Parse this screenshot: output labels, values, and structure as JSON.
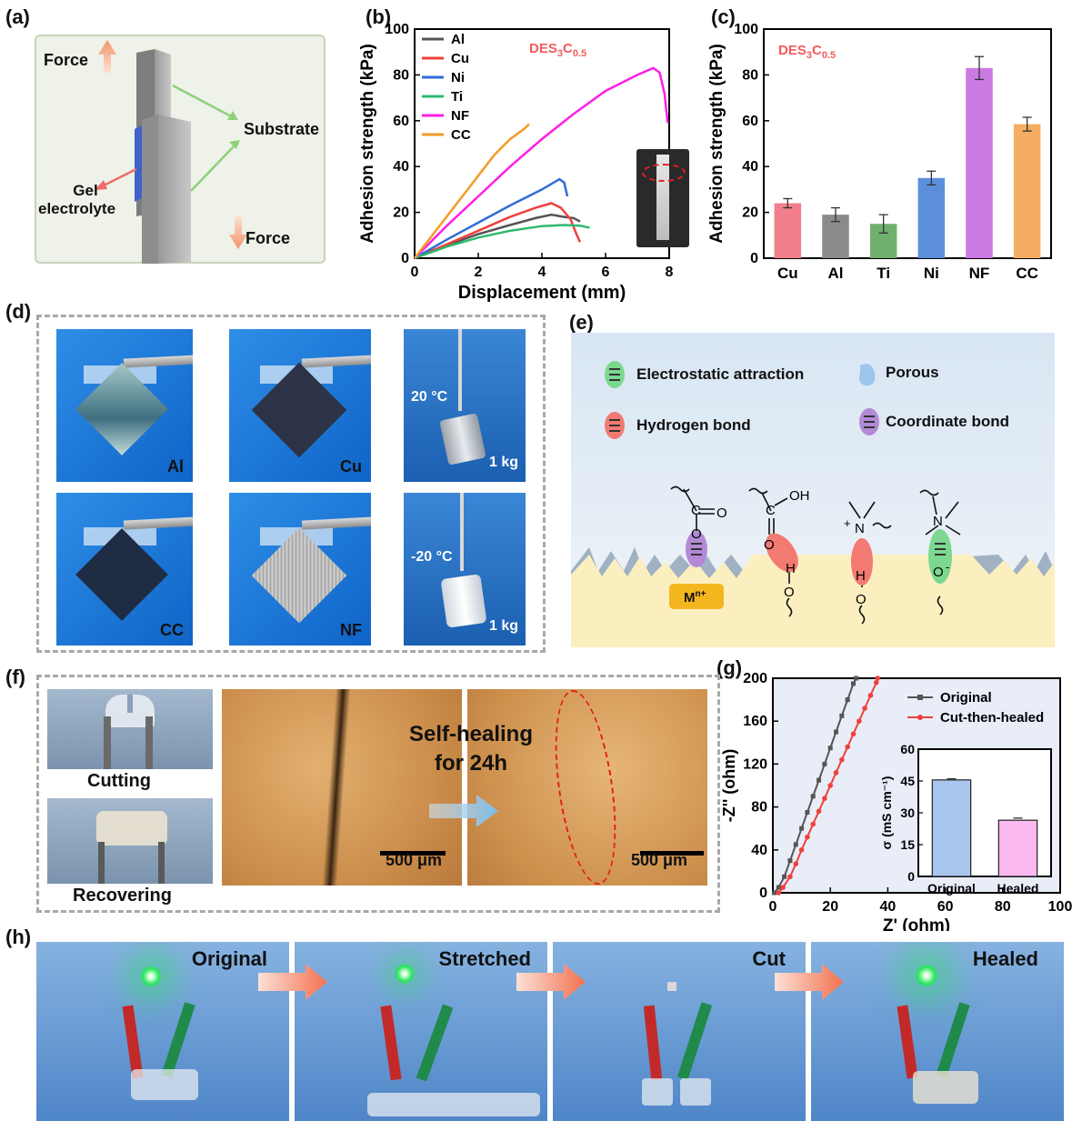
{
  "panel_labels": {
    "a": "(a)",
    "b": "(b)",
    "c": "(c)",
    "d": "(d)",
    "e": "(e)",
    "f": "(f)",
    "g": "(g)",
    "h": "(h)"
  },
  "panel_a": {
    "force_top": "Force",
    "force_bottom": "Force",
    "substrate": "Substrate",
    "gel_line1": "Gel",
    "gel_line2": "electrolyte"
  },
  "panel_d": {
    "labels": [
      "Al",
      "Cu",
      "CC",
      "NF"
    ],
    "temp_top": "20 °C",
    "temp_bottom": "-20 °C",
    "mass_top": "1 kg",
    "mass_bottom": "1 kg"
  },
  "panel_e": {
    "legend": [
      {
        "text": "Electrostatic attraction",
        "color": "#2fb35f"
      },
      {
        "text": "Porous",
        "color": "#2f7fd1"
      },
      {
        "text": "Hydrogen bond",
        "color": "#e33b2f"
      },
      {
        "text": "Coordinate bond",
        "color": "#7b3ea8"
      }
    ],
    "metal_ion": "M",
    "metal_ion_sup": "n+"
  },
  "panel_f": {
    "cutting": "Cutting",
    "recovering": "Recovering",
    "heal_line1": "Self-healing",
    "heal_line2": "for 24h",
    "scale_left": "500 μm",
    "scale_right": "500 μm"
  },
  "panel_h": {
    "labels": [
      "Original",
      "Stretched",
      "Cut",
      "Healed"
    ]
  },
  "chart_data": [
    {
      "id": "b",
      "type": "line",
      "xlabel": "Displacement (mm)",
      "ylabel": "Adhesion strength (kPa)",
      "xlim": [
        0,
        8
      ],
      "ylim": [
        0,
        100
      ],
      "xticks": [
        0,
        2,
        4,
        6,
        8
      ],
      "yticks": [
        0,
        20,
        40,
        60,
        80,
        100
      ],
      "annotation": "DES3C0.5",
      "legend_position": "top-left",
      "series": [
        {
          "name": "Al",
          "color": "#555555",
          "points": [
            [
              0,
              0
            ],
            [
              1,
              5.5
            ],
            [
              2,
              10.5
            ],
            [
              3,
              14.5
            ],
            [
              3.8,
              17.5
            ],
            [
              4.3,
              19
            ],
            [
              4.7,
              18
            ],
            [
              5.0,
              17.5
            ],
            [
              5.2,
              16
            ]
          ]
        },
        {
          "name": "Cu",
          "color": "#f0403c",
          "points": [
            [
              0,
              0
            ],
            [
              1,
              6
            ],
            [
              2,
              12
            ],
            [
              3,
              18
            ],
            [
              3.8,
              22
            ],
            [
              4.3,
              24
            ],
            [
              4.6,
              22
            ],
            [
              4.9,
              17
            ],
            [
              5.1,
              10
            ],
            [
              5.2,
              7
            ]
          ]
        },
        {
          "name": "Ni",
          "color": "#2f6ed8",
          "points": [
            [
              0,
              0
            ],
            [
              1,
              8
            ],
            [
              2,
              15.5
            ],
            [
              3,
              23
            ],
            [
              4,
              30
            ],
            [
              4.55,
              34.5
            ],
            [
              4.7,
              33
            ],
            [
              4.8,
              27
            ]
          ]
        },
        {
          "name": "Ti",
          "color": "#2fb870",
          "points": [
            [
              0,
              0
            ],
            [
              1,
              5
            ],
            [
              2,
              9
            ],
            [
              3,
              12
            ],
            [
              4,
              14
            ],
            [
              4.7,
              14.5
            ],
            [
              5.2,
              14.2
            ],
            [
              5.5,
              13.3
            ]
          ]
        },
        {
          "name": "NF",
          "color": "#ff1ee6",
          "points": [
            [
              0,
              0
            ],
            [
              1,
              14
            ],
            [
              2,
              27
            ],
            [
              3,
              40
            ],
            [
              4,
              52
            ],
            [
              5,
              63
            ],
            [
              6,
              73
            ],
            [
              7,
              80
            ],
            [
              7.5,
              83
            ],
            [
              7.7,
              81
            ],
            [
              7.85,
              72
            ],
            [
              7.95,
              59
            ]
          ]
        },
        {
          "name": "CC",
          "color": "#f49b26",
          "points": [
            [
              0,
              0
            ],
            [
              0.5,
              9
            ],
            [
              1,
              18
            ],
            [
              1.5,
              27
            ],
            [
              2,
              36
            ],
            [
              2.5,
              45
            ],
            [
              3,
              52
            ],
            [
              3.4,
              56
            ],
            [
              3.6,
              58.5
            ]
          ]
        }
      ]
    },
    {
      "id": "c",
      "type": "bar",
      "ylabel": "Adhesion strength (kPa)",
      "ylim": [
        0,
        100
      ],
      "yticks": [
        0,
        20,
        40,
        60,
        80,
        100
      ],
      "annotation": "DES3C0.5",
      "categories": [
        "Cu",
        "Al",
        "Ti",
        "Ni",
        "NF",
        "CC"
      ],
      "values": [
        24,
        19,
        15,
        35,
        83,
        58.5
      ],
      "errors": [
        2,
        3,
        4,
        3,
        5,
        3
      ],
      "colors": [
        "#f27e8c",
        "#8a8a8a",
        "#6fb06f",
        "#5b8fdc",
        "#cc7ae3",
        "#f4ad63"
      ]
    },
    {
      "id": "g",
      "type": "line",
      "xlabel": "Z' (ohm)",
      "ylabel": "-Z'' (ohm)",
      "xlim": [
        0,
        100
      ],
      "ylim": [
        0,
        200
      ],
      "xticks": [
        0,
        20,
        40,
        60,
        80,
        100
      ],
      "yticks": [
        0,
        40,
        80,
        120,
        160,
        200
      ],
      "legend_position": "top-right",
      "series": [
        {
          "name": "Original",
          "color": "#555555",
          "points": [
            [
              0.5,
              0
            ],
            [
              2,
              5
            ],
            [
              4,
              15
            ],
            [
              6,
              30
            ],
            [
              8,
              45
            ],
            [
              10,
              60
            ],
            [
              12,
              75
            ],
            [
              14,
              90
            ],
            [
              16,
              105
            ],
            [
              18,
              120
            ],
            [
              20,
              135
            ],
            [
              22,
              150
            ],
            [
              24,
              165
            ],
            [
              26,
              180
            ],
            [
              28,
              195
            ],
            [
              29,
              200
            ]
          ]
        },
        {
          "name": "Cut-then-healed",
          "color": "#f0403c",
          "points": [
            [
              2,
              0
            ],
            [
              3.5,
              5
            ],
            [
              6,
              15
            ],
            [
              8,
              27
            ],
            [
              10,
              40
            ],
            [
              12,
              52
            ],
            [
              14,
              64
            ],
            [
              16,
              76
            ],
            [
              18,
              88
            ],
            [
              20,
              100
            ],
            [
              22,
              112
            ],
            [
              24,
              124
            ],
            [
              26,
              136
            ],
            [
              28,
              148
            ],
            [
              30,
              160
            ],
            [
              32,
              172
            ],
            [
              34,
              184
            ],
            [
              36,
              196
            ],
            [
              36.5,
              200
            ]
          ]
        }
      ]
    },
    {
      "id": "g_inset",
      "type": "bar",
      "ylabel": "σ (mS cm⁻¹)",
      "ylim": [
        0,
        60
      ],
      "yticks": [
        0,
        15,
        30,
        45,
        60
      ],
      "categories": [
        "Original",
        "Healed"
      ],
      "values": [
        45.5,
        26.5
      ],
      "errors": [
        0.5,
        1
      ],
      "colors": [
        "#a9c6ee",
        "#fbb9f0"
      ]
    }
  ]
}
